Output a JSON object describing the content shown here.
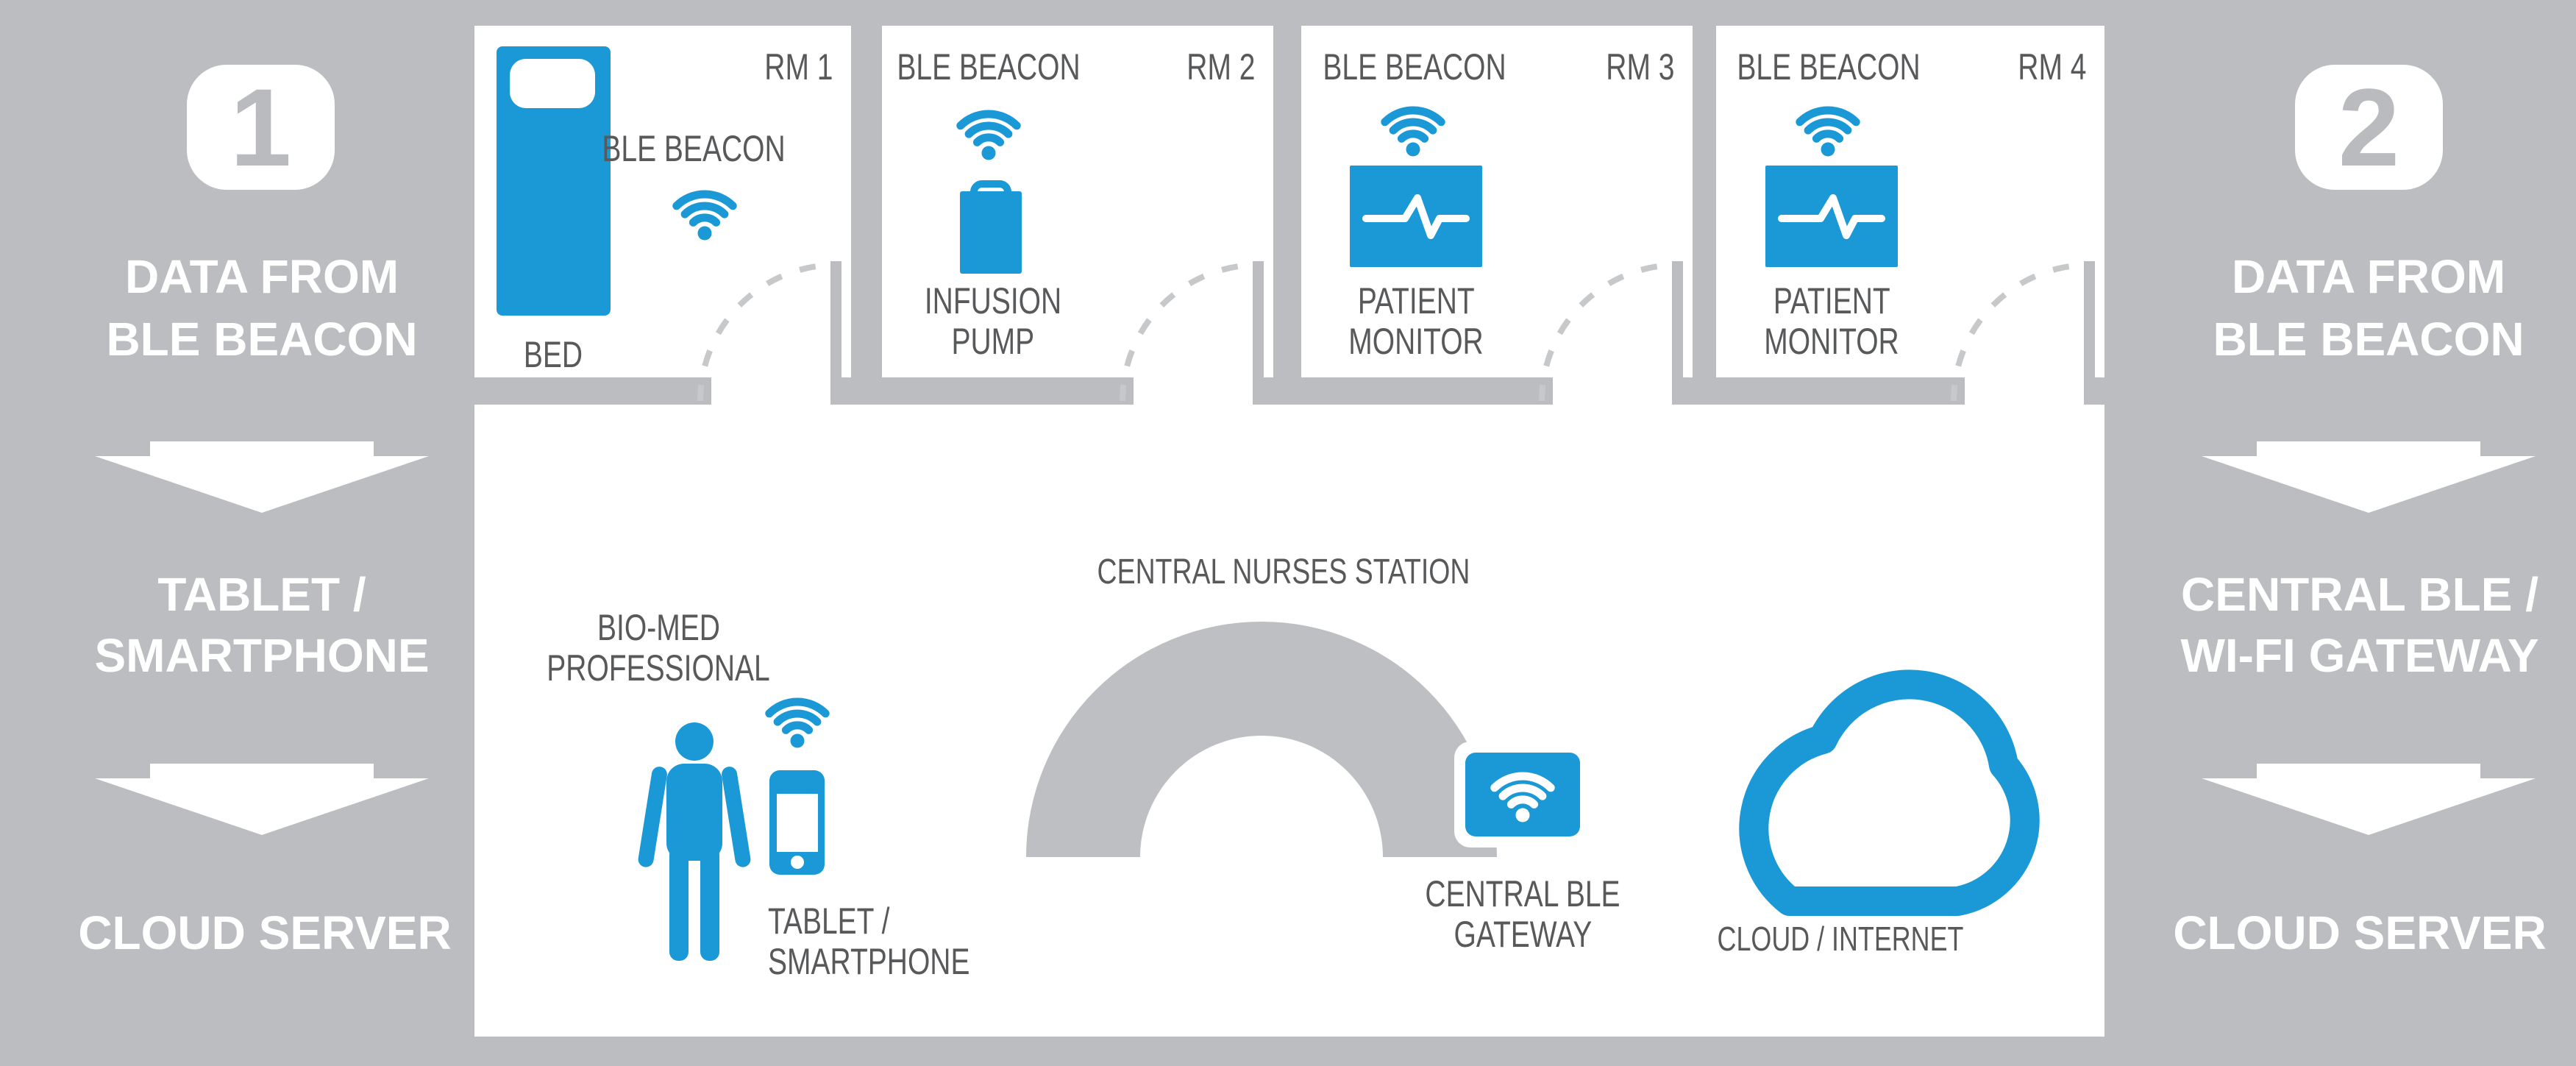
{
  "title": "Hospital BLE beacon asset tracking floor plan",
  "palette": {
    "background": "#bbbdc0",
    "surface": "#ffffff",
    "blue": "#1b99d6",
    "label_gray": "#58595b",
    "badge_number_gray": "#b9bbbe",
    "door_dash_gray": "#c6c8ca"
  },
  "icons": {
    "wifi": "three arcs + dot signal fan",
    "bed": "blue bed with white pillow",
    "infusion_pump": "blue canister with handle",
    "patient_monitor": "blue screen with white EKG trace",
    "person": "standing person pictogram",
    "smartphone": "phone with white screen",
    "gateway": "blue box with white wifi in white frame",
    "cloud": "blue outlined cloud",
    "arrow_down": "white notched down arrow"
  },
  "flows": {
    "left": {
      "badge": "1",
      "step1_line1": "DATA FROM",
      "step1_line2": "BLE BEACON",
      "step2_line1": "TABLET /",
      "step2_line2": "SMARTPHONE",
      "step3": "CLOUD SERVER"
    },
    "right": {
      "badge": "2",
      "step1_line1": "DATA FROM",
      "step1_line2": "BLE BEACON",
      "step2_line1": "CENTRAL BLE /",
      "step2_line2": "WI-FI GATEWAY",
      "step3": "CLOUD SERVER"
    }
  },
  "rooms": [
    {
      "id": "RM 1",
      "beacon": "BLE BEACON",
      "device_line1": "BED",
      "device_line2": ""
    },
    {
      "id": "RM 2",
      "beacon": "BLE BEACON",
      "device_line1": "INFUSION",
      "device_line2": "PUMP"
    },
    {
      "id": "RM 3",
      "beacon": "BLE BEACON",
      "device_line1": "PATIENT",
      "device_line2": "MONITOR"
    },
    {
      "id": "RM 4",
      "beacon": "BLE BEACON",
      "device_line1": "PATIENT",
      "device_line2": "MONITOR"
    }
  ],
  "hall": {
    "station": "CENTRAL NURSES STATION",
    "biomed_line1": "BIO-MED",
    "biomed_line2": "PROFESSIONAL",
    "tablet_line1": "TABLET /",
    "tablet_line2": "SMARTPHONE",
    "gateway_line1": "CENTRAL BLE",
    "gateway_line2": "GATEWAY",
    "cloud": "CLOUD / INTERNET"
  }
}
